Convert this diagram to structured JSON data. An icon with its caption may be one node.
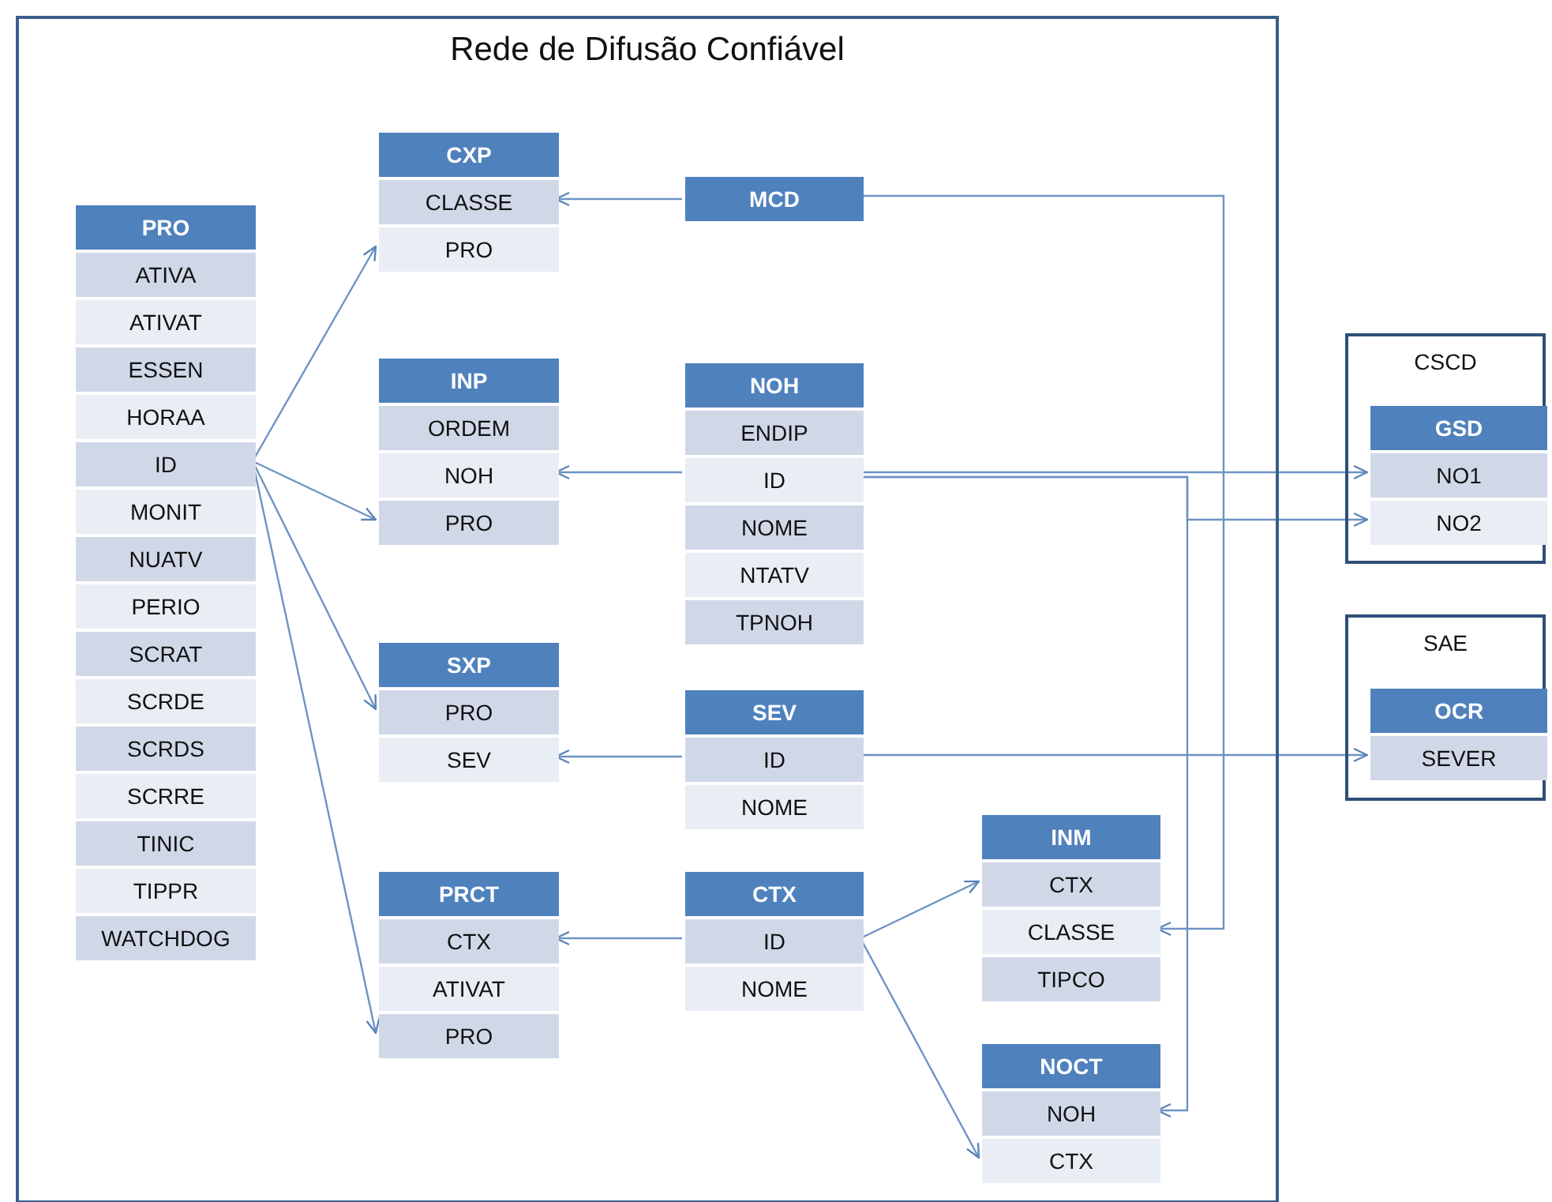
{
  "diagram": {
    "nodes": [
      {
        "text": [
          "Rede de Difusão Confiável"
        ]
      },
      {
        "text": [
          "PRO"
        ],
        "in": 0
      },
      {
        "text": [
          "ATIVA"
        ],
        "in": 1
      },
      {
        "text": [
          "ATIVAT"
        ],
        "in": 1
      },
      {
        "text": [
          "ESSEN"
        ],
        "in": 1
      },
      {
        "text": [
          "HORAA"
        ],
        "in": 1
      },
      {
        "text": [
          "ID"
        ],
        "in": 1
      },
      {
        "text": [
          "MONIT"
        ],
        "in": 1
      },
      {
        "text": [
          "NUATV"
        ],
        "in": 1
      },
      {
        "text": [
          "PERIO"
        ],
        "in": 1
      },
      {
        "text": [
          "SCRAT"
        ],
        "in": 1
      },
      {
        "text": [
          "SCRDE"
        ],
        "in": 1
      },
      {
        "text": [
          "SCRDS"
        ],
        "in": 1
      },
      {
        "text": [
          "SCRRE"
        ],
        "in": 1
      },
      {
        "text": [
          "TINIC"
        ],
        "in": 1
      },
      {
        "text": [
          "TIPPR"
        ],
        "in": 1
      },
      {
        "text": [
          "WATCHDOG"
        ],
        "in": 1
      },
      {
        "text": [
          "CXP"
        ],
        "in": 0
      },
      {
        "text": [
          "CLASSE"
        ],
        "in": 17
      },
      {
        "text": [
          "PRO"
        ],
        "in": 17
      },
      {
        "text": [
          "MCD"
        ],
        "in": 0
      },
      {
        "text": [
          "INP"
        ],
        "in": 0
      },
      {
        "text": [
          "ORDEM"
        ],
        "in": 21
      },
      {
        "text": [
          "NOH"
        ],
        "in": 21
      },
      {
        "text": [
          "PRO"
        ],
        "in": 21
      },
      {
        "text": [
          "NOH"
        ],
        "in": 0
      },
      {
        "text": [
          "ENDIP"
        ],
        "in": 25
      },
      {
        "text": [
          "ID"
        ],
        "in": 25
      },
      {
        "text": [
          "NOME"
        ],
        "in": 25
      },
      {
        "text": [
          "NTATV"
        ],
        "in": 25
      },
      {
        "text": [
          "TPNOH"
        ],
        "in": 25
      },
      {
        "text": [
          "SXP"
        ],
        "in": 0
      },
      {
        "text": [
          "PRO"
        ],
        "in": 31
      },
      {
        "text": [
          "SEV"
        ],
        "in": 31
      },
      {
        "text": [
          "SEV"
        ],
        "in": 0
      },
      {
        "text": [
          "ID"
        ],
        "in": 34
      },
      {
        "text": [
          "NOME"
        ],
        "in": 34
      },
      {
        "text": [
          "INM"
        ],
        "in": 0
      },
      {
        "text": [
          "CTX"
        ],
        "in": 37
      },
      {
        "text": [
          "CLASSE"
        ],
        "in": 37
      },
      {
        "text": [
          "TIPCO"
        ],
        "in": 37
      },
      {
        "text": [
          "PRCT"
        ],
        "in": 0
      },
      {
        "text": [
          "CTX"
        ],
        "in": 41
      },
      {
        "text": [
          "ATIVAT"
        ],
        "in": 41
      },
      {
        "text": [
          "PRO"
        ],
        "in": 41
      },
      {
        "text": [
          "CTX"
        ],
        "in": 0
      },
      {
        "text": [
          "ID"
        ],
        "in": 45
      },
      {
        "text": [
          "NOME"
        ],
        "in": 45
      },
      {
        "text": [
          "NOCT"
        ],
        "in": 0
      },
      {
        "text": [
          "NOH"
        ],
        "in": 48
      },
      {
        "text": [
          "CTX"
        ],
        "in": 48
      },
      {
        "text": [
          "CSCD"
        ]
      },
      {
        "text": [
          "GSD"
        ],
        "in": 51
      },
      {
        "text": [
          "NO1"
        ],
        "in": 52
      },
      {
        "text": [
          "NO2"
        ],
        "in": 52
      },
      {
        "text": [
          "SAE"
        ]
      },
      {
        "text": [
          "OCR"
        ],
        "in": 55
      },
      {
        "text": [
          "SEVER"
        ],
        "in": 56
      }
    ],
    "edges": [
      {
        "from": 6,
        "to": 19,
        "arrow": "to"
      },
      {
        "from": 6,
        "to": 24,
        "arrow": "to"
      },
      {
        "from": 6,
        "to": 32,
        "arrow": "to"
      },
      {
        "from": 6,
        "to": 44,
        "arrow": "to"
      },
      {
        "from": 20,
        "to": 18,
        "arrow": "to"
      },
      {
        "from": 20,
        "to": 39,
        "arrow": "to"
      },
      {
        "from": 27,
        "to": 23,
        "arrow": "to"
      },
      {
        "from": 27,
        "to": 53,
        "arrow": "to"
      },
      {
        "from": 27,
        "to": 54,
        "arrow": "to"
      },
      {
        "from": 27,
        "to": 49,
        "arrow": "to"
      },
      {
        "from": 35,
        "to": 33,
        "arrow": "to"
      },
      {
        "from": 35,
        "to": 57,
        "arrow": "to"
      },
      {
        "from": 46,
        "to": 42,
        "arrow": "to"
      },
      {
        "from": 46,
        "to": 38,
        "arrow": "to"
      },
      {
        "from": 46,
        "to": 50,
        "arrow": "to"
      }
    ]
  }
}
